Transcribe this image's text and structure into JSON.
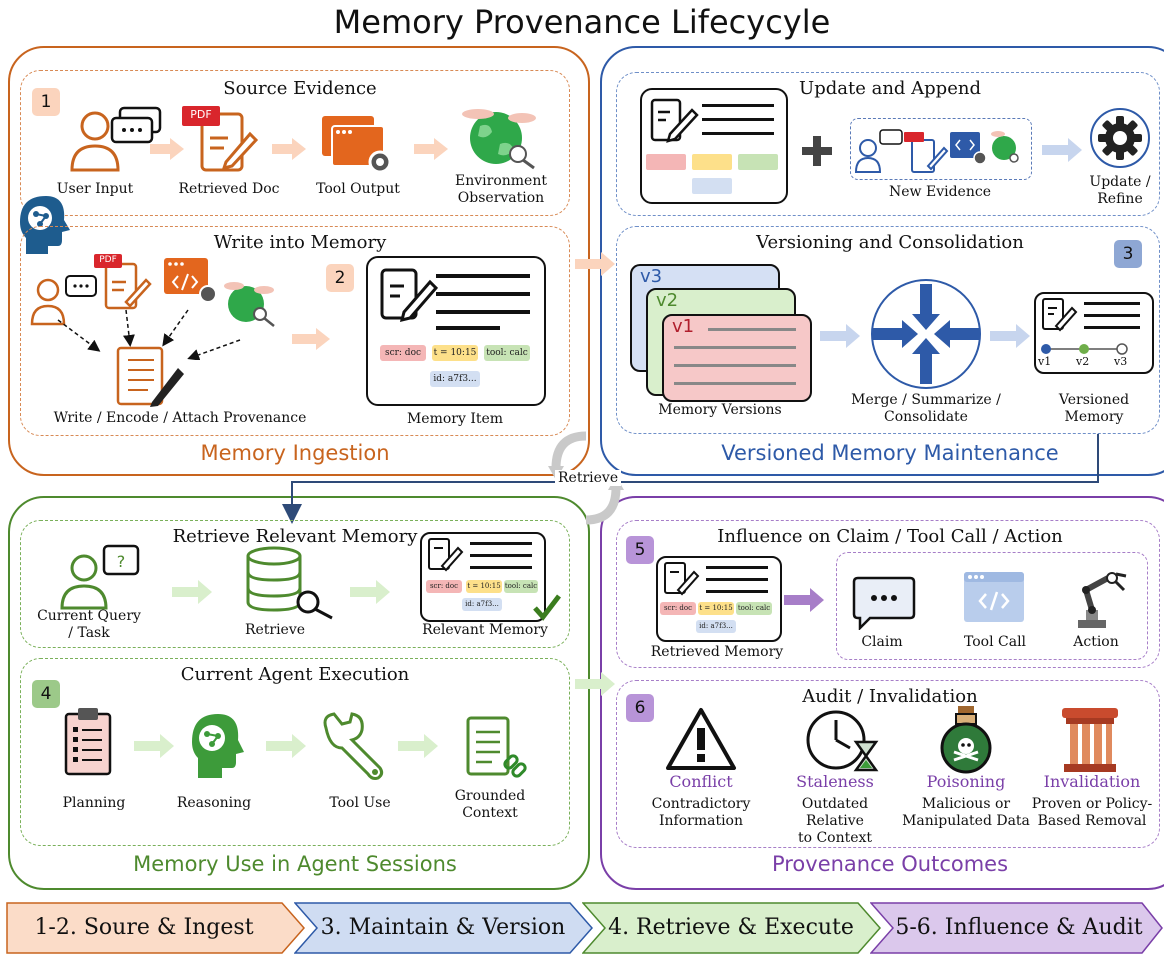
{
  "title": "Memory Provenance Lifecycyle",
  "colors": {
    "ingestion": "#c8641e",
    "maintenance": "#2e5aa8",
    "use": "#4e8a2e",
    "outcomes": "#7a3fa8",
    "stage1": "#fbdcc8",
    "stage2": "#cfdcf2",
    "stage3": "#d9efcc",
    "stage4": "#dbc8ec"
  },
  "ingestion": {
    "title": "Memory Ingestion",
    "source": {
      "badge": "1",
      "title": "Source Evidence",
      "items": [
        "User Input",
        "Retrieved Doc",
        "Tool Output",
        "Environment Observation"
      ],
      "pdf_tag": "PDF"
    },
    "write": {
      "badge": "2",
      "title": "Write into Memory",
      "encode_label": "Write / Encode / Attach Provenance",
      "memory_item_label": "Memory Item",
      "chips": [
        "scr: doc",
        "t = 10:15",
        "tool: calc",
        "id: a7f3..."
      ]
    }
  },
  "maintenance": {
    "title": "Versioned Memory Maintenance",
    "update": {
      "title": "Update and Append",
      "new_evidence_label": "New Evidence",
      "refine_label": "Update / Refine"
    },
    "versioning": {
      "badge": "3",
      "title": "Versioning and Consolidation",
      "versions": [
        "v3",
        "v2",
        "v1"
      ],
      "versions_label": "Memory Versions",
      "merge_label": "Merge / Summarize / Consolidate",
      "versioned_label": "Versioned Memory",
      "timeline": [
        "v1",
        "v2",
        "v3"
      ]
    }
  },
  "retrieve_tag": "Retrieve",
  "use": {
    "title": "Memory Use in Agent Sessions",
    "retrieve": {
      "title": "Retrieve Relevant Memory",
      "query_label": "Current Query / Task",
      "retrieve_label": "Retrieve",
      "relevant_label": "Relevant Memory",
      "chips": [
        "scr: doc",
        "t = 10:15",
        "tool: calc",
        "id: a7f3..."
      ]
    },
    "execution": {
      "badge": "4",
      "title": "Current Agent Execution",
      "items": [
        "Planning",
        "Reasoning",
        "Tool Use",
        "Grounded Context"
      ]
    }
  },
  "outcomes": {
    "title": "Provenance Outcomes",
    "influence": {
      "badge": "5",
      "title": "Influence on Claim / Tool Call / Action",
      "retrieved_label": "Retrieved Memory",
      "chips": [
        "scr: doc",
        "t = 10:15",
        "tool: calc",
        "id: a7f3..."
      ],
      "targets": [
        "Claim",
        "Tool Call",
        "Action"
      ]
    },
    "audit": {
      "badge": "6",
      "title": "Audit / Invalidation",
      "items": [
        {
          "name": "Conflict",
          "desc": "Contradictory Information"
        },
        {
          "name": "Staleness",
          "desc": "Outdated Relative to Context"
        },
        {
          "name": "Poisoning",
          "desc": "Malicious or Manipulated Data"
        },
        {
          "name": "Invalidation",
          "desc": "Proven or Policy-Based Removal"
        }
      ]
    }
  },
  "stages": [
    "1-2. Soure & Ingest",
    "3. Maintain & Version",
    "4. Retrieve & Execute",
    "5-6. Influence & Audit"
  ]
}
